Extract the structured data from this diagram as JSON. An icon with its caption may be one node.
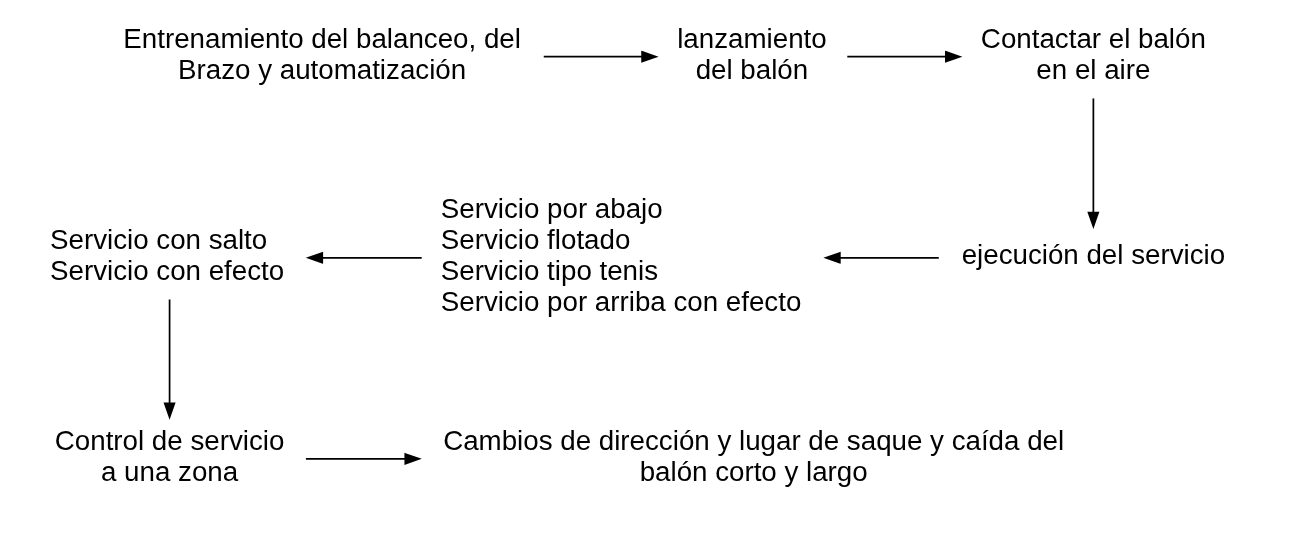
{
  "diagram": {
    "nodes": [
      {
        "text": [
          "Entrenamiento del balanceo, del Brazo y automatización"
        ]
      },
      {
        "text": [
          "lanzamiento del balón"
        ]
      },
      {
        "text": [
          "Contactar el balón en el aire"
        ]
      },
      {
        "text": [
          "ejecución del servicio"
        ]
      },
      {
        "text": [
          "Servicio por abajo",
          "Servicio flotado",
          "Servicio tipo tenis",
          "Servicio por arriba con efecto"
        ]
      },
      {
        "text": [
          "Servicio con salto",
          "Servicio con efecto"
        ]
      },
      {
        "text": [
          "Control de servicio a una zona"
        ]
      },
      {
        "text": [
          "Cambios de dirección y lugar de saque y caída del balón corto y largo"
        ]
      }
    ],
    "edges": [
      {
        "from": 0,
        "to": 1,
        "arrow": "to"
      },
      {
        "from": 1,
        "to": 2,
        "arrow": "to"
      },
      {
        "from": 2,
        "to": 3,
        "arrow": "to"
      },
      {
        "from": 3,
        "to": 4,
        "arrow": "to"
      },
      {
        "from": 4,
        "to": 5,
        "arrow": "to"
      },
      {
        "from": 5,
        "to": 6,
        "arrow": "to"
      },
      {
        "from": 6,
        "to": 7,
        "arrow": "to"
      }
    ]
  }
}
